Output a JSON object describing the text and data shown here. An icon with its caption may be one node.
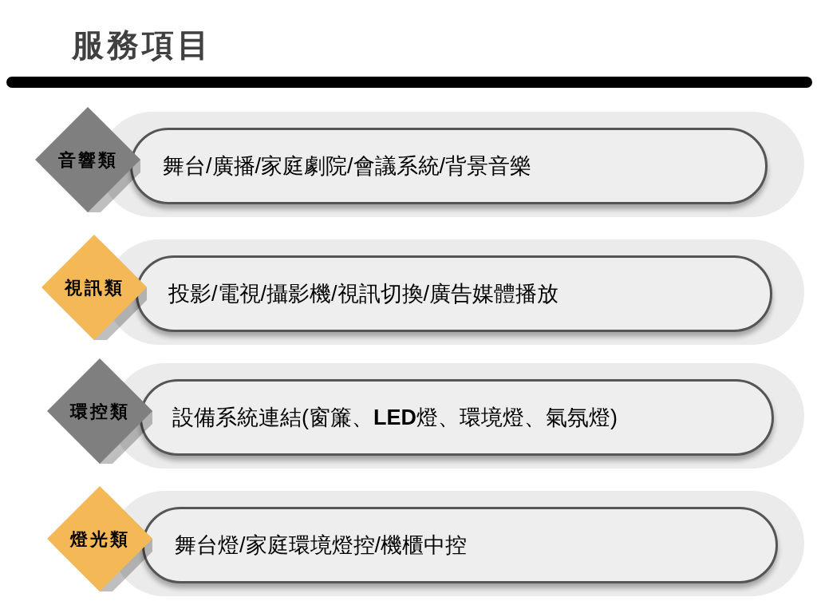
{
  "diagram": {
    "title": "服務項目",
    "nodes": [
      {
        "text": [],
        "shape": "bar"
      },
      {
        "text": [
          "音響類"
        ]
      },
      {
        "text": [
          "舞台/廣播/家庭劇院/會議系統/背景音樂"
        ]
      },
      {
        "text": [
          "視訊類"
        ]
      },
      {
        "text": [
          "投影/電視/攝影機/視訊切換/廣告媒體播放"
        ]
      },
      {
        "text": [
          "環控類"
        ]
      },
      {
        "text": [
          "設備系統連結(窗簾、**LED**燈、環境燈、氣氛燈)"
        ]
      },
      {
        "text": [
          "燈光類"
        ]
      },
      {
        "text": [
          "舞台燈/家庭環境燈控/機櫃中控"
        ]
      }
    ]
  }
}
